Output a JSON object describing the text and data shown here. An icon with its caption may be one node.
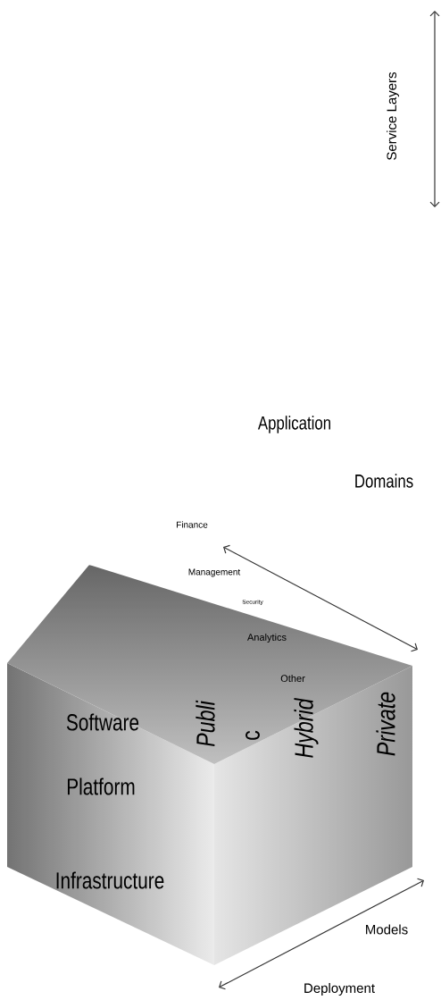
{
  "diagram": {
    "labels": [
      "Service Layers",
      "Application",
      "Domains",
      "Finance",
      "Management",
      "Security",
      "Analytics",
      "Other",
      "Software",
      "Publi",
      "c",
      "Hybrid",
      "Private",
      "Platform",
      "Infrastructure",
      "Models",
      "Deployment"
    ]
  }
}
